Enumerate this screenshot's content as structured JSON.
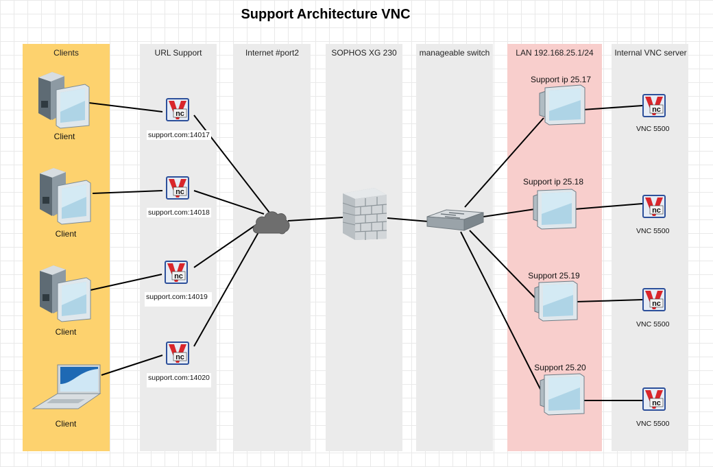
{
  "title": "Support Architecture VNC",
  "lanes": [
    {
      "label": "Clients",
      "color": "#fdd26e"
    },
    {
      "label": "URL Support",
      "color": "#ebebeb"
    },
    {
      "label": "Internet #port2",
      "color": "#ebebeb"
    },
    {
      "label": "SOPHOS XG 230",
      "color": "#ebebeb"
    },
    {
      "label": "manageable switch",
      "color": "#ebebeb"
    },
    {
      "label": "LAN 192.168.25.1/24",
      "color": "#f8cecc"
    },
    {
      "label": "Internal VNC server",
      "color": "#ebebeb"
    }
  ],
  "clients": [
    "Client",
    "Client",
    "Client",
    "Client"
  ],
  "urls": [
    "support.com:14017",
    "support.com:14018",
    "support.com:14019",
    "support.com:14020"
  ],
  "supports": [
    "Support ip 25.17",
    "Support ip 25.18",
    "Support 25.19",
    "Support 25.20"
  ],
  "vnc_servers": [
    "VNC 5500",
    "VNC 5500",
    "VNC 5500",
    "VNC 5500"
  ],
  "icon_names": {
    "client": "desktop-computer-icon",
    "laptop": "laptop-icon",
    "vnc": "vnc-viewer-icon",
    "cloud": "cloud-icon",
    "firewall": "firewall-icon",
    "switch": "network-switch-icon",
    "monitor": "workstation-monitor-icon"
  }
}
